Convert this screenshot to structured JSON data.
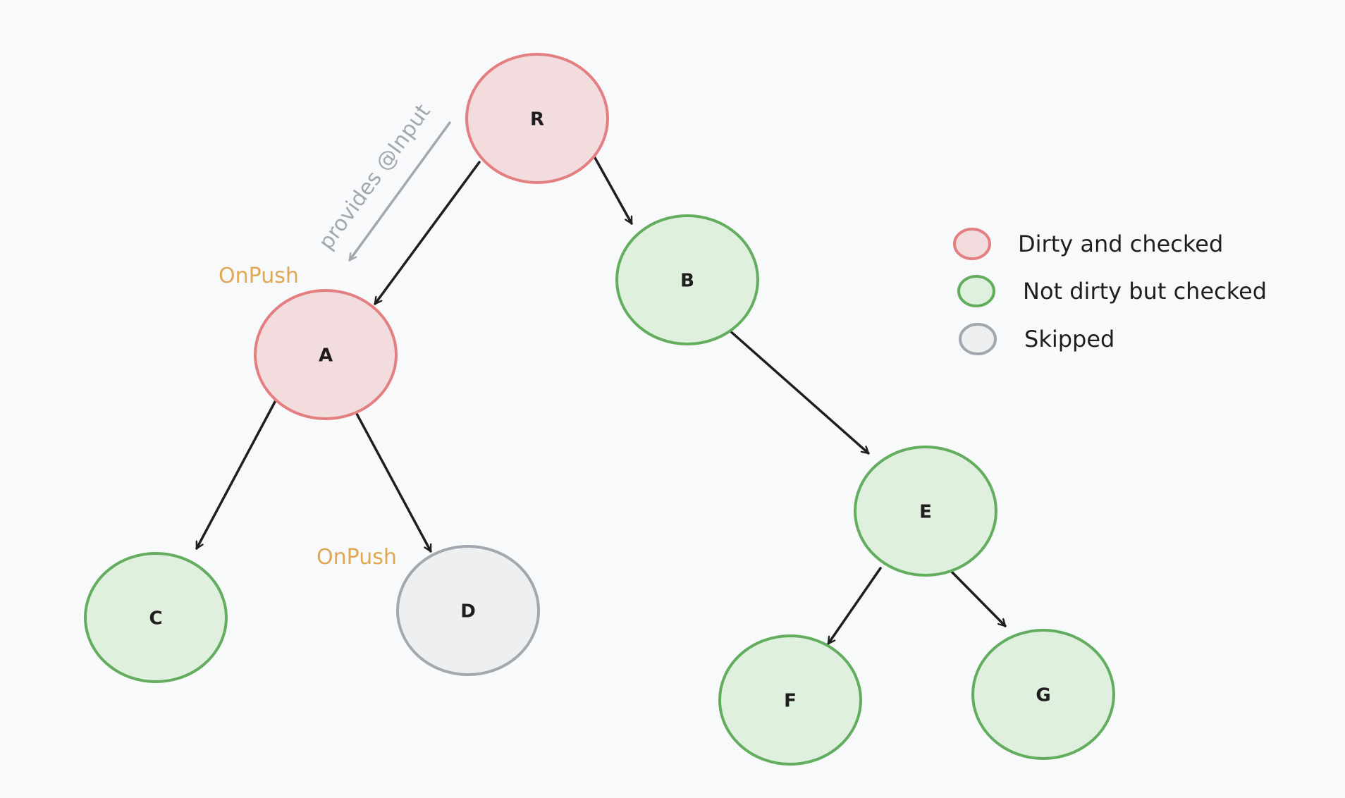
{
  "nodes": {
    "R": {
      "label": "R",
      "state": "dirty"
    },
    "A": {
      "label": "A",
      "state": "dirty"
    },
    "B": {
      "label": "B",
      "state": "checked"
    },
    "C": {
      "label": "C",
      "state": "checked"
    },
    "D": {
      "label": "D",
      "state": "skipped"
    },
    "E": {
      "label": "E",
      "state": "checked"
    },
    "F": {
      "label": "F",
      "state": "checked"
    },
    "G": {
      "label": "G",
      "state": "checked"
    }
  },
  "edges": [
    {
      "from": "R",
      "to": "A"
    },
    {
      "from": "R",
      "to": "B"
    },
    {
      "from": "A",
      "to": "C"
    },
    {
      "from": "A",
      "to": "D"
    },
    {
      "from": "B",
      "to": "E"
    },
    {
      "from": "E",
      "to": "F"
    },
    {
      "from": "E",
      "to": "G"
    }
  ],
  "annotations": {
    "onpush_a": "OnPush",
    "onpush_d": "OnPush",
    "input_hint": "provides @Input"
  },
  "legend": [
    {
      "label": "Dirty and checked",
      "state": "dirty"
    },
    {
      "label": "Not dirty but checked",
      "state": "checked"
    },
    {
      "label": "Skipped",
      "state": "skipped"
    }
  ],
  "colors": {
    "dirty_fill": "#f2dcdd",
    "dirty_stroke": "#e37e81",
    "checked_fill": "#dff0df",
    "checked_stroke": "#63ad5e",
    "skipped_fill": "#eeeff1",
    "skipped_stroke": "#a1a8b0",
    "edge": "#1e1e1e",
    "annotation": "#e0a854",
    "hint": "#a2a8ae"
  }
}
